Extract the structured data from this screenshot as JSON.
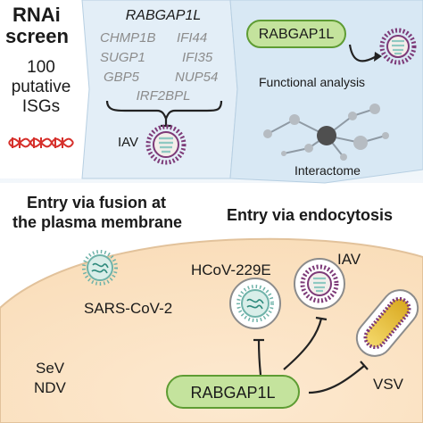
{
  "left_panel": {
    "title_line1": "RNAi",
    "title_line2": "screen",
    "count": "100",
    "line2": "putative",
    "line3": "ISGs"
  },
  "gene_panel": {
    "top_gene": "RABGAP1L",
    "genes_left": [
      "CHMP1B",
      "SUGP1",
      "GBP5"
    ],
    "genes_right": [
      "IFI44",
      "IFI35",
      "NUP54"
    ],
    "bottom_gene": "IRF2BPL",
    "virus_label": "IAV"
  },
  "right_panel": {
    "gene_pill": "RABGAP1L",
    "functional_label": "Functional analysis",
    "interactome_label": "Interactome"
  },
  "cell": {
    "fusion_title_line1": "Entry via fusion at",
    "fusion_title_line2": "the plasma membrane",
    "endocytosis_title": "Entry via endocytosis",
    "viruses": {
      "sars": "SARS-CoV-2",
      "hcov": "HCoV-229E",
      "iav": "IAV",
      "sev": "SeV",
      "ndv": "NDV",
      "vsv": "VSV"
    },
    "gene_pill": "RABGAP1L"
  },
  "colors": {
    "panel_blue": "#dbe9f4",
    "panel_border": "#a9c6dd",
    "cell_fill": "#fbe8d0",
    "cell_border": "#e6c7a0",
    "pill_fill": "#c4e39d",
    "pill_border": "#5e9c33",
    "virus_purple": "#7d3a78",
    "capsid_teal": "#8fc9c2",
    "dna_red": "#d6302b",
    "vsv_yellow": "#e9c23c"
  },
  "icons": [
    "dna-icon",
    "virus-icon",
    "inhibition-icon",
    "network-icon",
    "curved-arrow-icon"
  ]
}
